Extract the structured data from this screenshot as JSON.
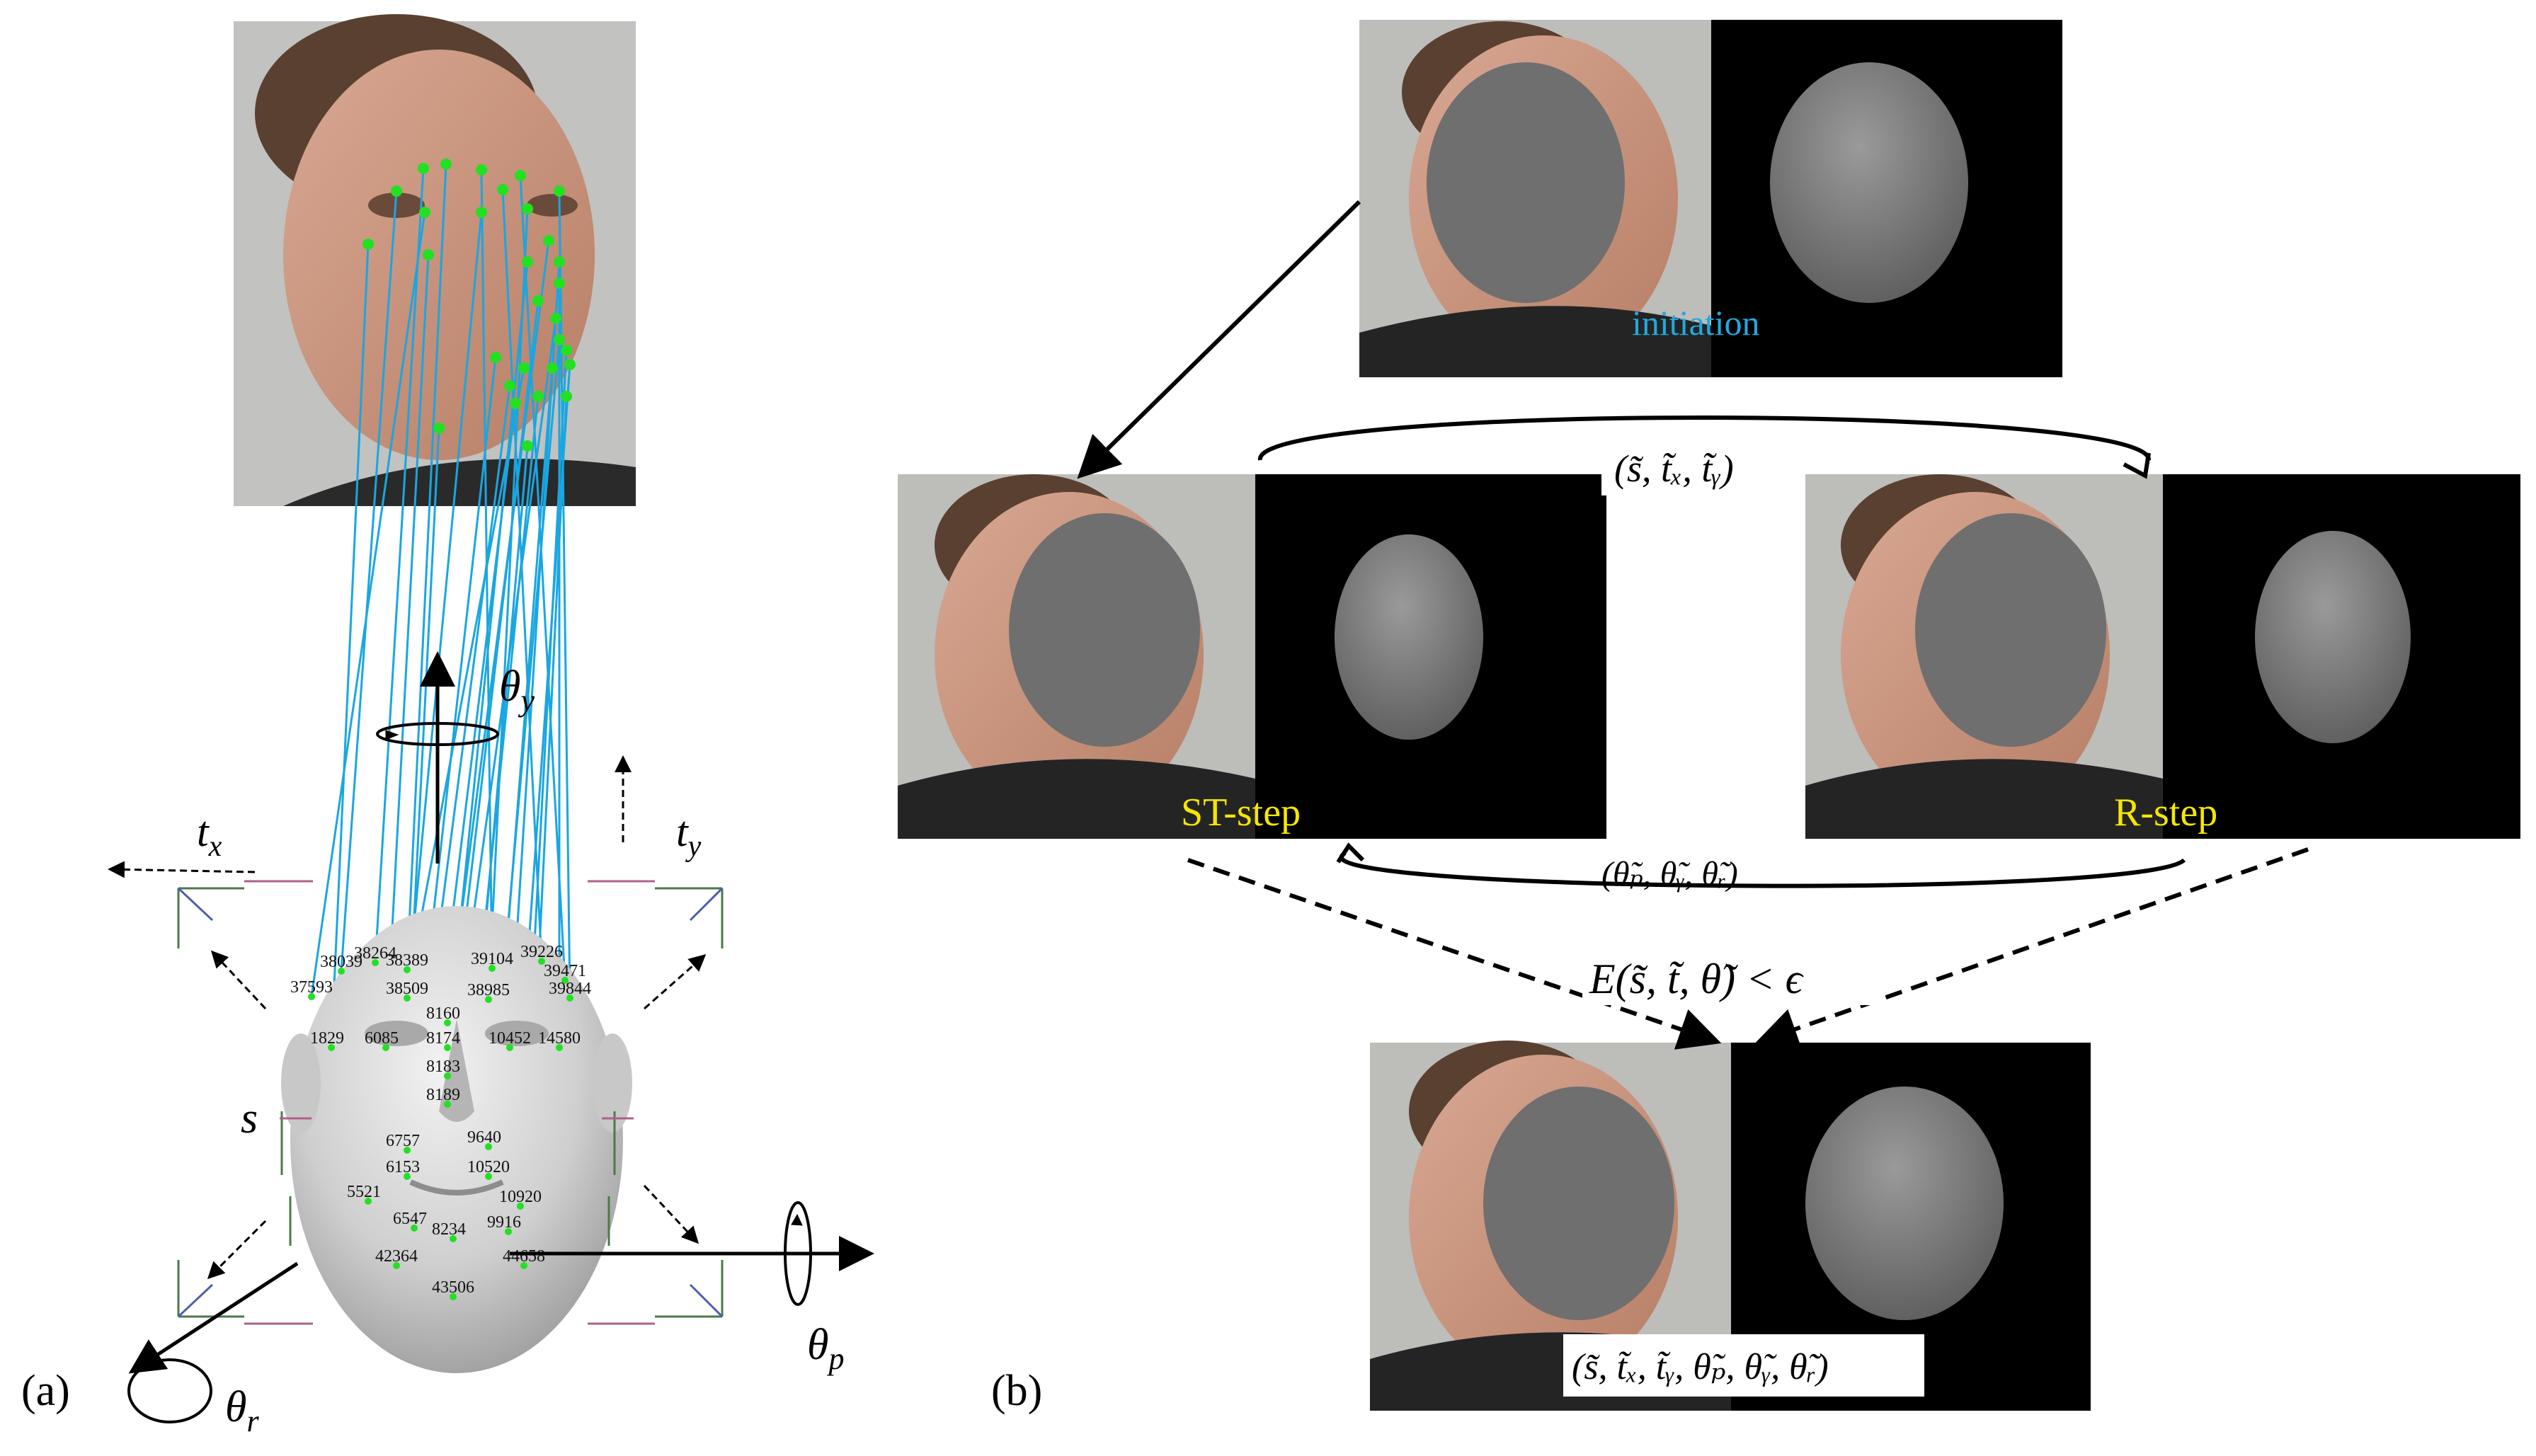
{
  "panel_a": {
    "label": "(a)",
    "axis_labels": {
      "tx": "t",
      "tx_sub": "x",
      "ty": "t",
      "ty_sub": "y",
      "s": "s",
      "theta": "θ",
      "theta_y_sub": "y",
      "theta_p_sub": "p",
      "theta_r_sub": "r"
    },
    "landmarks": [
      {
        "id": "38039"
      },
      {
        "id": "38264"
      },
      {
        "id": "38389"
      },
      {
        "id": "39104"
      },
      {
        "id": "39226"
      },
      {
        "id": "39471"
      },
      {
        "id": "37593"
      },
      {
        "id": "38509"
      },
      {
        "id": "38985"
      },
      {
        "id": "39844"
      },
      {
        "id": "8160"
      },
      {
        "id": "1829"
      },
      {
        "id": "6085"
      },
      {
        "id": "8174"
      },
      {
        "id": "10452"
      },
      {
        "id": "14580"
      },
      {
        "id": "8183"
      },
      {
        "id": "8189"
      },
      {
        "id": "6757"
      },
      {
        "id": "9640"
      },
      {
        "id": "6153"
      },
      {
        "id": "10520"
      },
      {
        "id": "5521"
      },
      {
        "id": "10920"
      },
      {
        "id": "6547"
      },
      {
        "id": "8234"
      },
      {
        "id": "9916"
      },
      {
        "id": "42364"
      },
      {
        "id": "44658"
      },
      {
        "id": "43506"
      }
    ]
  },
  "panel_b": {
    "label": "(b)",
    "initiation": "initiation",
    "st_step": "ST-step",
    "r_step": "R-step",
    "st_params": "(s̃, t̃ₓ, t̃ᵧ)",
    "r_params": "(θ̃ₚ, θ̃ᵧ, θ̃ᵣ)",
    "convergence": "E(s̃, t̃, θ̃) < ϵ",
    "final_params": "(s̃, t̃ₓ, t̃ᵧ, θ̃ₚ, θ̃ᵧ, θ̃ᵣ)"
  },
  "colors": {
    "correspondence_line": "#1aa6e0",
    "landmark_point": "#22e022",
    "step_label": "#f4e600",
    "initiation_label": "#21a9e0"
  }
}
